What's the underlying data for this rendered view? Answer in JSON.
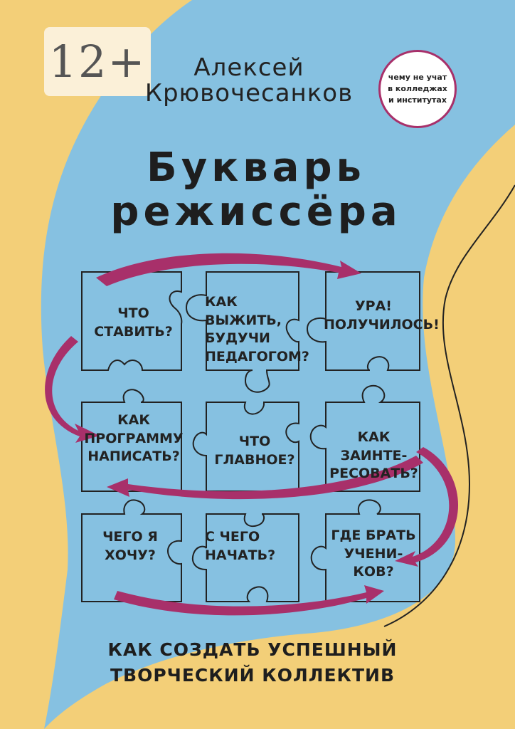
{
  "age_rating": "12+",
  "author": {
    "first_name": "Алексей",
    "last_name": "Крювочесанков"
  },
  "badge": {
    "lines": [
      "чему не учат",
      "в колледжах",
      "и институтах"
    ]
  },
  "title": {
    "line1": "Букварь",
    "line2": "режиссёра"
  },
  "puzzle": {
    "pieces": [
      "ЧТО\nСТАВИТЬ?",
      "КАК\nВЫЖИТЬ,\nБУДУЧИ\nПЕДАГОГОМ?",
      "УРА!\nПОЛУЧИЛОСЬ!",
      "КАК\nПРОГРАММУ\nНАПИСАТЬ?",
      "ЧТО\nГЛАВНОЕ?",
      "КАК ЗАИНТЕ-\nРЕСОВАТЬ?",
      "ЧЕГО Я\nХОЧУ?",
      "С ЧЕГО\nНАЧАТЬ?",
      "ГДЕ БРАТЬ\nУЧЕНИ-\nКОВ?"
    ]
  },
  "subtitle": {
    "line1": "КАК СОЗДАТЬ УСПЕШНЫЙ",
    "line2": "ТВОРЧЕСКИЙ КОЛЛЕКТИВ"
  },
  "colors": {
    "background": "#f3cf78",
    "blue_shape": "#86c1e1",
    "arrow": "#a8306a",
    "badge_border": "#a8306a"
  }
}
